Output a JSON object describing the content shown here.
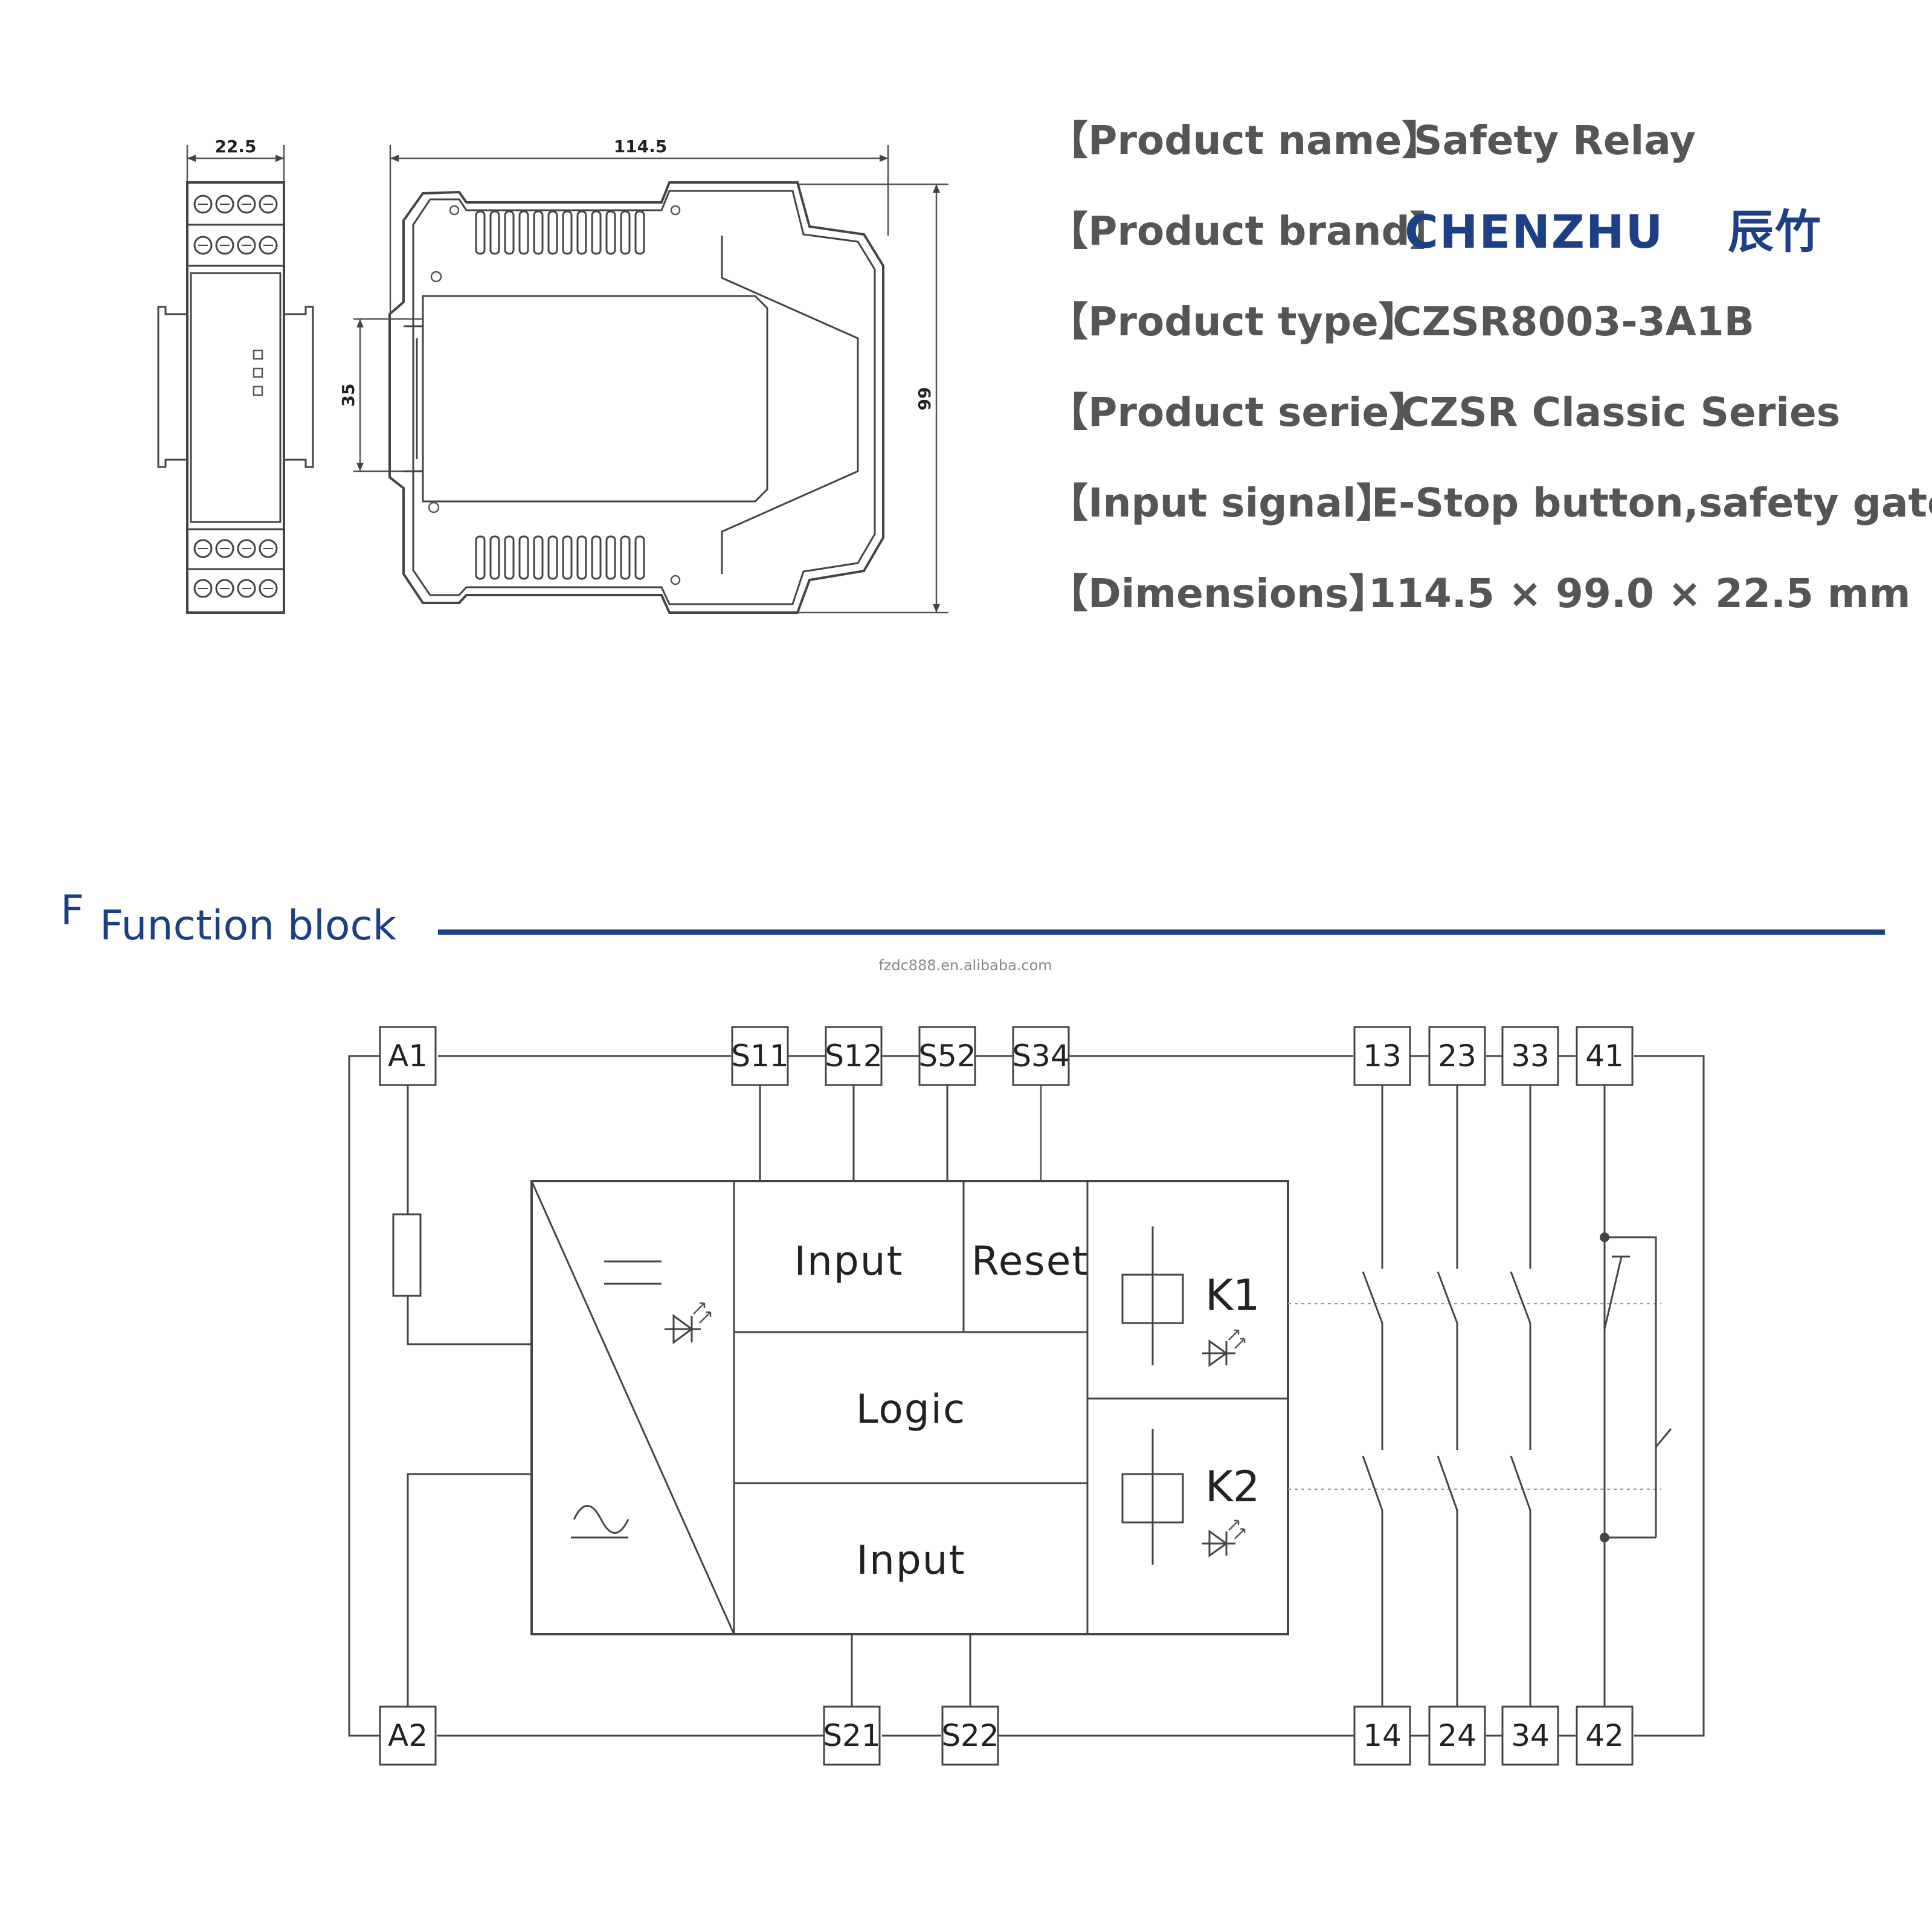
{
  "specs": [
    {
      "label": "【Product name】",
      "value": "Safety Relay"
    },
    {
      "label": "【Product brand】",
      "value": ""
    },
    {
      "label": "【Product type】",
      "value": "CZSR8003-3A1B"
    },
    {
      "label": "【Product serie】",
      "value": "CZSR Classic Series"
    },
    {
      "label": "【Input signal】",
      "value": "E-Stop button,safety gate"
    },
    {
      "label": "【Dimensions】",
      "value": "114.5 × 99.0 × 22.5 mm"
    }
  ],
  "brand": {
    "latin": "CHENZHU",
    "chinese": "辰竹",
    "color": "#1c3f85"
  },
  "dimensions": {
    "width_side": "22.5",
    "depth": "114.5",
    "rail": "35",
    "height": "99"
  },
  "section": {
    "marker": "F",
    "title": "Function block",
    "color": "#1c3f85"
  },
  "watermark": "fzdc888.en.alibaba.com",
  "terminals": {
    "top": [
      "A1",
      "S11",
      "S12",
      "S52",
      "S34",
      "13",
      "23",
      "33",
      "41"
    ],
    "bottom": [
      "A2",
      "S21",
      "S22",
      "14",
      "24",
      "34",
      "42"
    ]
  },
  "blocks": {
    "input_top": "Input",
    "reset": "Reset",
    "logic": "Logic",
    "input_bottom": "Input"
  },
  "relays": [
    "K1",
    "K2"
  ],
  "symbols": [
    "dc-symbol",
    "ac-symbol",
    "led-icon"
  ]
}
